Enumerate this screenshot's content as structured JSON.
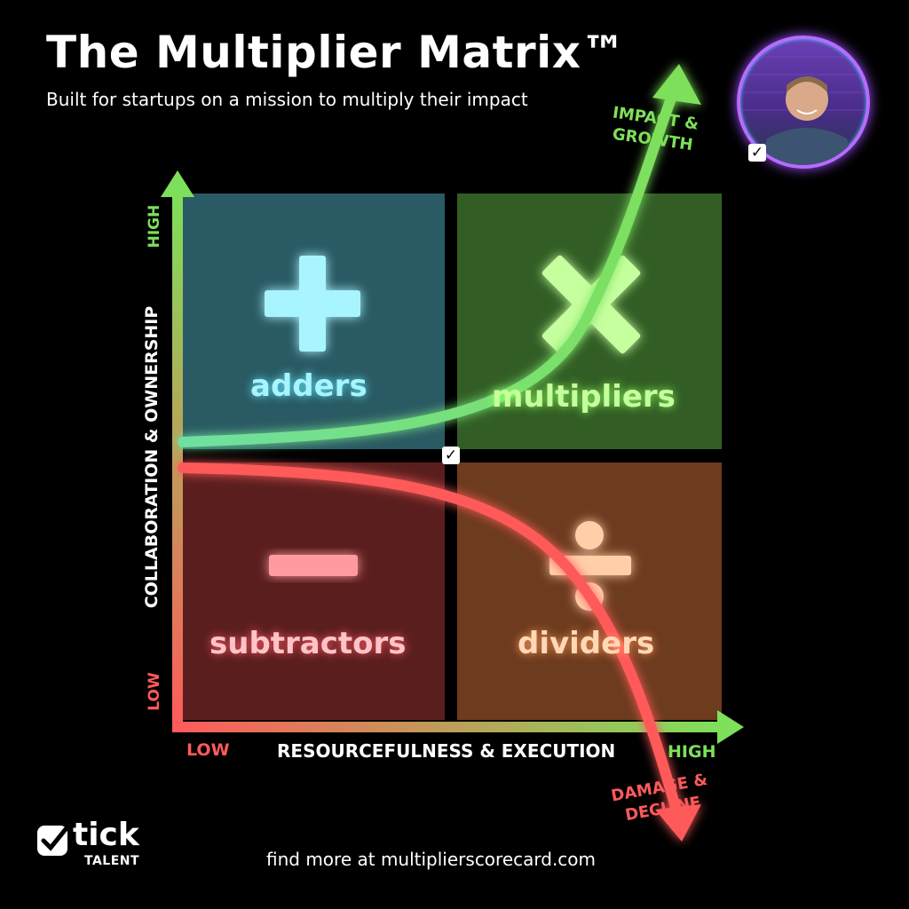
{
  "header": {
    "title": "The Multiplier Matrix™",
    "subtitle": "Built for startups on a mission to multiply their impact"
  },
  "quadrants": {
    "adders": {
      "label": "adders",
      "symbol": "+",
      "color": "#a8f4ff"
    },
    "multipliers": {
      "label": "multipliers",
      "symbol": "×",
      "color": "#c6ff9e"
    },
    "subtractors": {
      "label": "subtractors",
      "symbol": "−",
      "color": "#ff9aa0"
    },
    "dividers": {
      "label": "dividers",
      "symbol": "÷",
      "color": "#ffcfa8"
    }
  },
  "axes": {
    "y_title": "COLLABORATION & OWNERSHIP",
    "y_high": "HIGH",
    "y_low": "LOW",
    "x_title": "RESOURCEFULNESS & EXECUTION",
    "x_low": "LOW",
    "x_high": "HIGH"
  },
  "curves": {
    "up_label_line1": "IMPACT &",
    "up_label_line2": "GROWTH",
    "down_label_line1": "DAMAGE &",
    "down_label_line2": "DECLINE",
    "up_color": "#7ee05a",
    "down_color": "#ff5a5a"
  },
  "brand": {
    "logo_word": "tick",
    "logo_sub": "TALENT"
  },
  "footer": {
    "text": "find more at multiplierscorecard.com"
  }
}
